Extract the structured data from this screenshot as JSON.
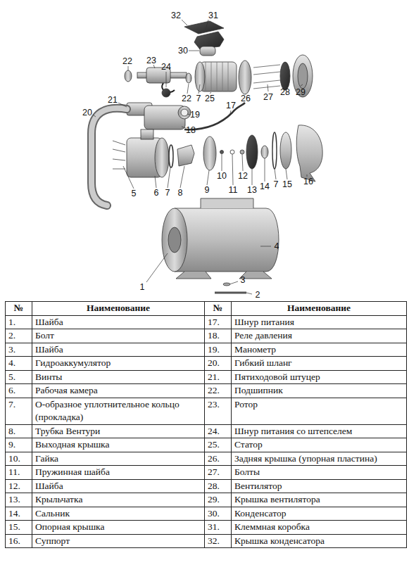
{
  "diagram": {
    "labels": [
      "32",
      "31",
      "30",
      "22",
      "23",
      "24",
      "22",
      "7",
      "25",
      "26",
      "27",
      "28",
      "29",
      "21",
      "20",
      "19",
      "17",
      "18",
      "5",
      "6",
      "7",
      "8",
      "9",
      "10",
      "11",
      "12",
      "13",
      "14",
      "7",
      "15",
      "16",
      "4",
      "1",
      "3",
      "2",
      "№",
      "Наименование",
      "№",
      "Наименование",
      "1.",
      "Шайба",
      "17.",
      "Шнур питания",
      "2.",
      "Болт",
      "18.",
      "Реле давления",
      "3.",
      "Шайба",
      "19.",
      "Манометр",
      "4.",
      "Гидроаккумулятор",
      "20.",
      "Гибкий шланг",
      "5.",
      "Винты",
      "21.",
      "Пятиходовой штуцер",
      "6.",
      "Рабочая камера",
      "22.",
      "Подшипник",
      "7.",
      "О-образное уплотнительное кольцо (прокладка)",
      "23.",
      "Ротор",
      "8.",
      "Трубка Вентури",
      "24.",
      "Шнур питания со штепселем",
      "9.",
      "Выходная крышка",
      "25.",
      "Статор",
      "10.",
      "Гайка",
      "26.",
      "Задняя крышка (упорная пластина)",
      "11.",
      "Пружинная шайба",
      "27.",
      "Болты",
      "12.",
      "Шайба",
      "28.",
      "Вентилятор",
      "13.",
      "Крыльчатка",
      "29.",
      "Крышка вентилятора",
      "14.",
      "Сальник",
      "30.",
      "Конденсатор",
      "15.",
      "Опорная крышка",
      "31.",
      "Клеммная коробка",
      "16.",
      "Суппорт",
      "32.",
      "Крышка конденсатора"
    ]
  }
}
